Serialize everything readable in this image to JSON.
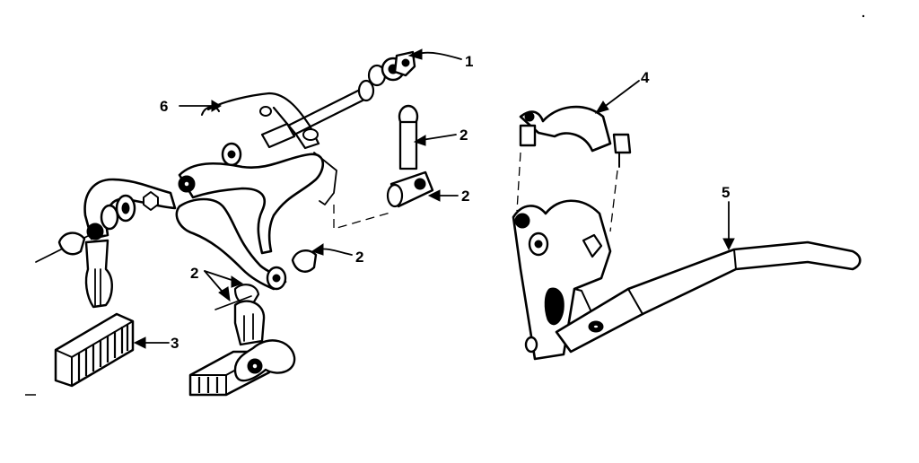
{
  "callouts": {
    "c1": "1",
    "c2a": "2",
    "c2b": "2",
    "c2c": "2",
    "c2d": "2",
    "c3": "3",
    "c4": "4",
    "c5": "5",
    "c6": "6"
  }
}
